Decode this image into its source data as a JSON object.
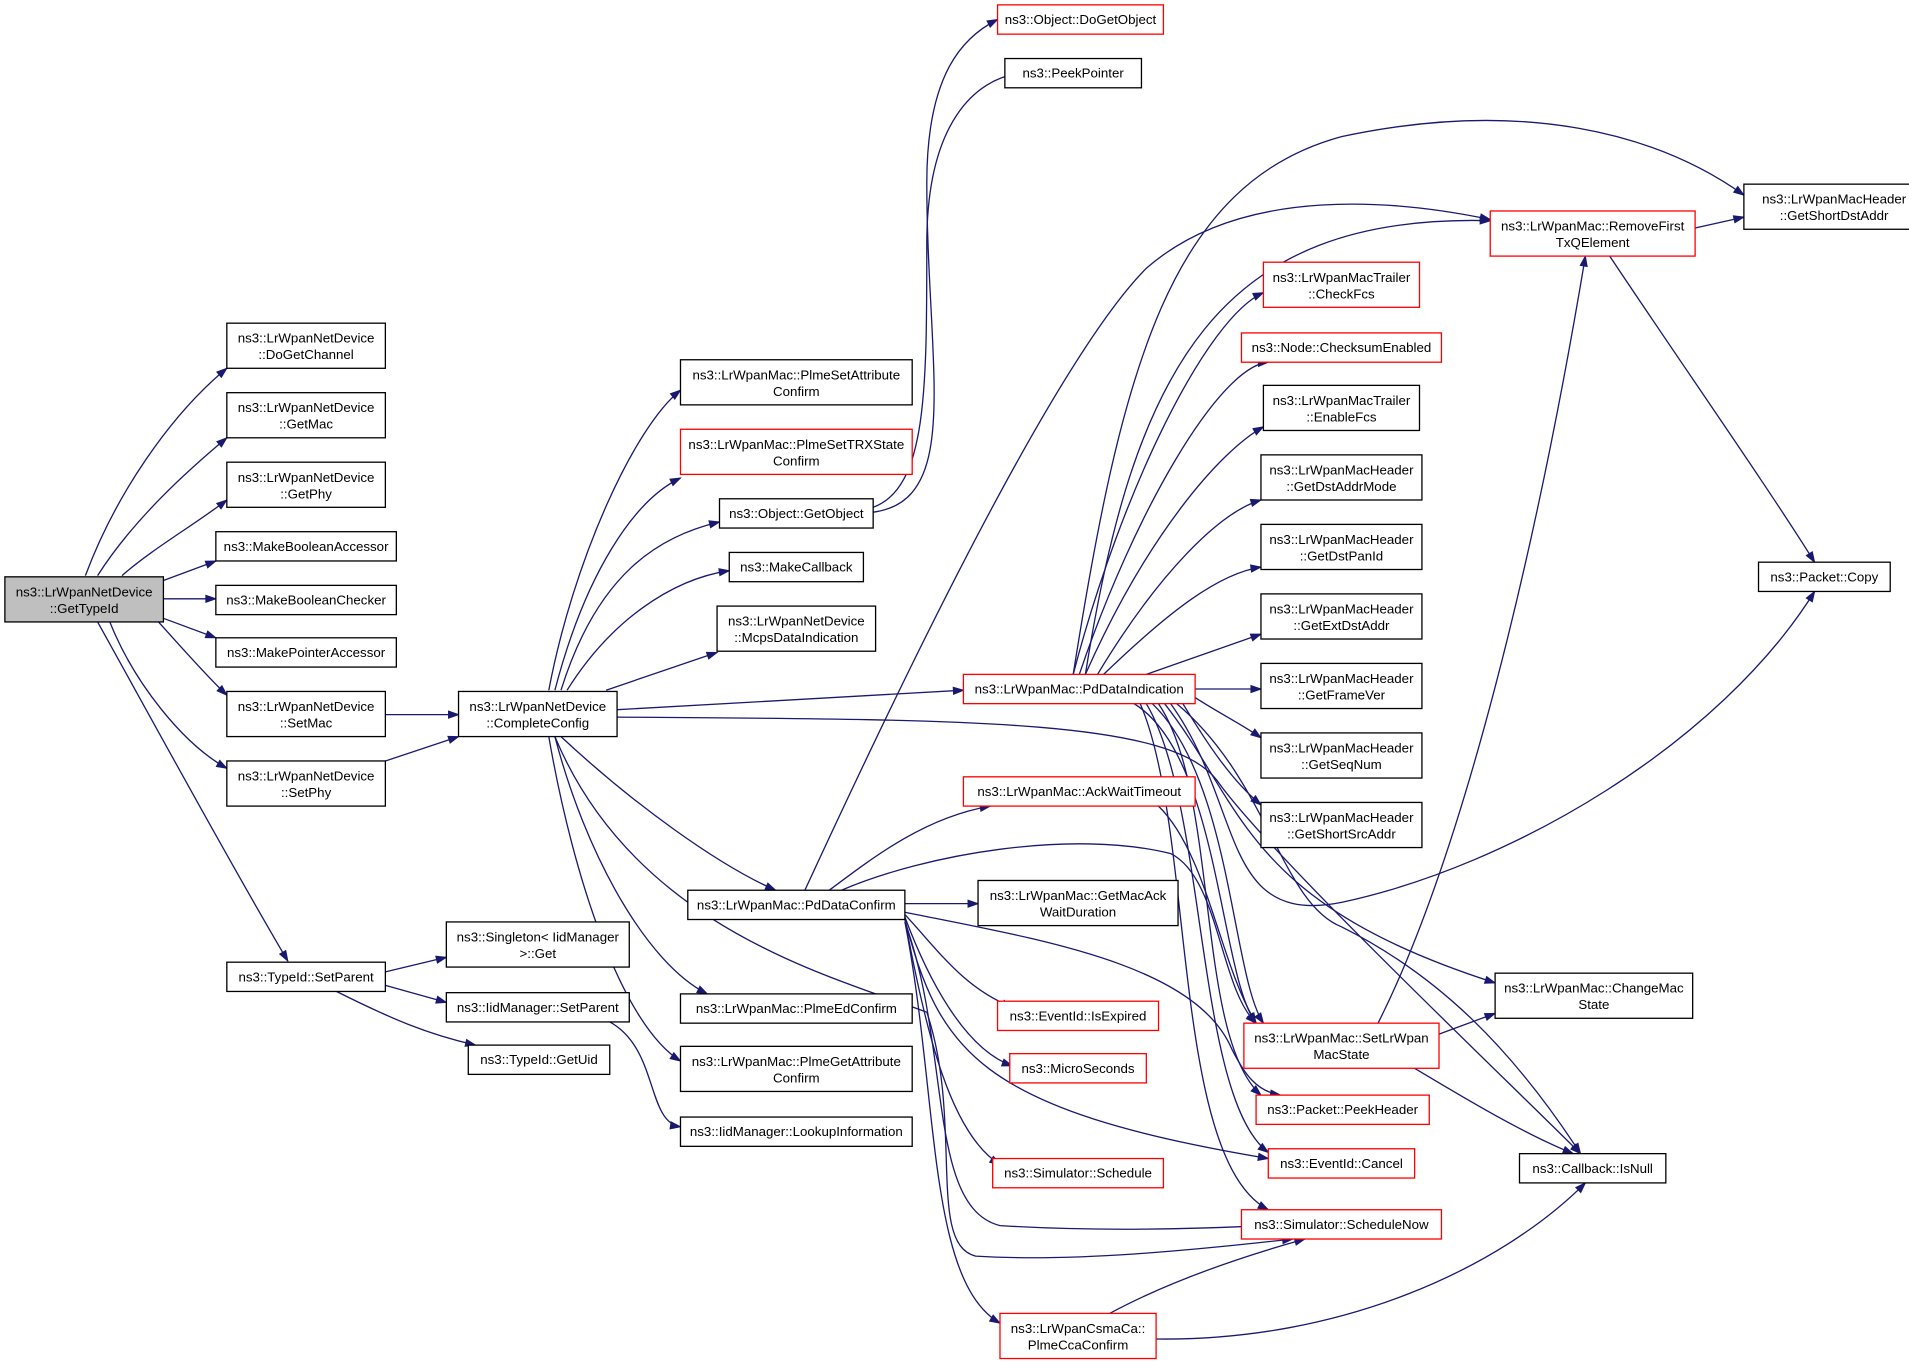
{
  "nodes": {
    "root": [
      "ns3::LrWpanNetDevice",
      "::GetTypeId"
    ],
    "doGetChannel": [
      "ns3::LrWpanNetDevice",
      "::DoGetChannel"
    ],
    "getMac": [
      "ns3::LrWpanNetDevice",
      "::GetMac"
    ],
    "getPhy": [
      "ns3::LrWpanNetDevice",
      "::GetPhy"
    ],
    "makeBoolAcc": [
      "ns3::MakeBooleanAccessor"
    ],
    "makeBoolChk": [
      "ns3::MakeBooleanChecker"
    ],
    "makePtrAcc": [
      "ns3::MakePointerAccessor"
    ],
    "setMac": [
      "ns3::LrWpanNetDevice",
      "::SetMac"
    ],
    "setPhy": [
      "ns3::LrWpanNetDevice",
      "::SetPhy"
    ],
    "setParent": [
      "ns3::TypeId::SetParent"
    ],
    "completeConfig": [
      "ns3::LrWpanNetDevice",
      "::CompleteConfig"
    ],
    "singletonGet": [
      "ns3::Singleton< IidManager",
      ">::Get"
    ],
    "iidSetParent": [
      "ns3::IidManager::SetParent"
    ],
    "getUid": [
      "ns3::TypeId::GetUid"
    ],
    "lookupInfo": [
      "ns3::IidManager::LookupInformation"
    ],
    "plmeSetAttr": [
      "ns3::LrWpanMac::PlmeSetAttribute",
      "Confirm"
    ],
    "plmeSetTrx": [
      "ns3::LrWpanMac::PlmeSetTRXState",
      "Confirm"
    ],
    "getObject": [
      "ns3::Object::GetObject"
    ],
    "makeCallback": [
      "ns3::MakeCallback"
    ],
    "mcpsData": [
      "ns3::LrWpanNetDevice",
      "::McpsDataIndication"
    ],
    "pdDataConfirm": [
      "ns3::LrWpanMac::PdDataConfirm"
    ],
    "plmeEd": [
      "ns3::LrWpanMac::PlmeEdConfirm"
    ],
    "plmeGetAttr": [
      "ns3::LrWpanMac::PlmeGetAttribute",
      "Confirm"
    ],
    "doGetObject": [
      "ns3::Object::DoGetObject"
    ],
    "peekPointer": [
      "ns3::PeekPointer"
    ],
    "pdDataInd": [
      "ns3::LrWpanMac::PdDataIndication"
    ],
    "ackWait": [
      "ns3::LrWpanMac::AckWaitTimeout"
    ],
    "getMacAck": [
      "ns3::LrWpanMac::GetMacAck",
      "WaitDuration"
    ],
    "isExpired": [
      "ns3::EventId::IsExpired"
    ],
    "microSeconds": [
      "ns3::MicroSeconds"
    ],
    "schedule": [
      "ns3::Simulator::Schedule"
    ],
    "plmeCca": [
      "ns3::LrWpanCsmaCa::",
      "PlmeCcaConfirm"
    ],
    "checkFcs": [
      "ns3::LrWpanMacTrailer",
      "::CheckFcs"
    ],
    "checksumEnabled": [
      "ns3::Node::ChecksumEnabled"
    ],
    "enableFcs": [
      "ns3::LrWpanMacTrailer",
      "::EnableFcs"
    ],
    "getDstAddrMode": [
      "ns3::LrWpanMacHeader",
      "::GetDstAddrMode"
    ],
    "getDstPanId": [
      "ns3::LrWpanMacHeader",
      "::GetDstPanId"
    ],
    "getExtDstAddr": [
      "ns3::LrWpanMacHeader",
      "::GetExtDstAddr"
    ],
    "getFrameVer": [
      "ns3::LrWpanMacHeader",
      "::GetFrameVer"
    ],
    "getSeqNum": [
      "ns3::LrWpanMacHeader",
      "::GetSeqNum"
    ],
    "getShortSrcAddr": [
      "ns3::LrWpanMacHeader",
      "::GetShortSrcAddr"
    ],
    "setLrWpanMacState": [
      "ns3::LrWpanMac::SetLrWpan",
      "MacState"
    ],
    "peekHeader": [
      "ns3::Packet::PeekHeader"
    ],
    "eventCancel": [
      "ns3::EventId::Cancel"
    ],
    "scheduleNow": [
      "ns3::Simulator::ScheduleNow"
    ],
    "removeFirst": [
      "ns3::LrWpanMac::RemoveFirst",
      "TxQElement"
    ],
    "changeMacState": [
      "ns3::LrWpanMac::ChangeMac",
      "State"
    ],
    "isNull": [
      "ns3::Callback::IsNull"
    ],
    "getShortDstAddr": [
      "ns3::LrWpanMacHeader",
      "::GetShortDstAddr"
    ],
    "packetCopy": [
      "ns3::Packet::Copy"
    ]
  },
  "colors": {
    "edge": "#191970",
    "root_fill": "#bfbfbf",
    "red_border": "#ff0000",
    "black_border": "#000000"
  }
}
